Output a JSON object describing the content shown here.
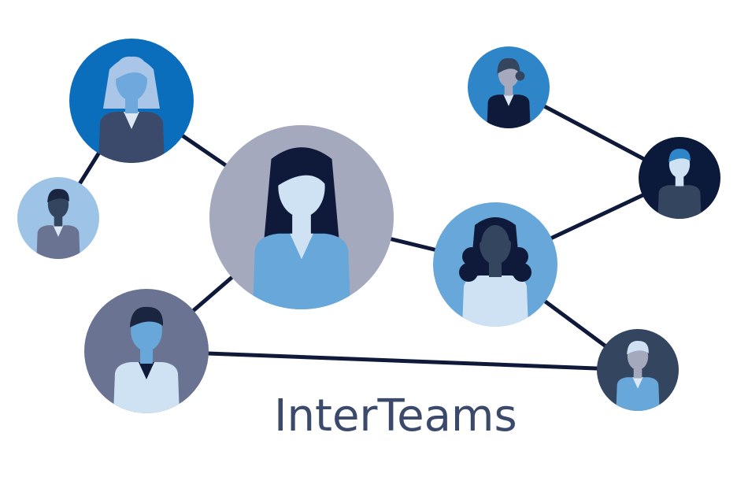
{
  "title": "InterTeams",
  "colors": {
    "line": "#0f1a3a",
    "title": "#3b4a6b"
  },
  "people": [
    {
      "id": "woman-top-left",
      "bg": "#0a6ebd",
      "hair": "#a9c6e8",
      "skin": "#6fa8dc",
      "suit": "#3b4a6b",
      "shirt": "#dce9f5",
      "kind": "woman-short"
    },
    {
      "id": "man-left",
      "bg": "#9dc3e6",
      "hair": "#1a2540",
      "skin": "#34455f",
      "suit": "#6a7392",
      "shirt": "#dce9f5",
      "kind": "man"
    },
    {
      "id": "woman-center",
      "bg": "#a5a9bd",
      "hair": "#0f1a3a",
      "skin": "#cfe2f3",
      "suit": "#67a7d9",
      "shirt": "#cfe2f3",
      "kind": "woman-long"
    },
    {
      "id": "man-bottom-left",
      "bg": "#6a7392",
      "hair": "#1a2540",
      "skin": "#67a7d9",
      "suit": "#cfe2f3",
      "shirt": "#0f1a3a",
      "kind": "man"
    },
    {
      "id": "woman-top-right",
      "bg": "#2e86c8",
      "hair": "#34455f",
      "skin": "#a5a9bd",
      "suit": "#0f1a3a",
      "shirt": "#dce9f5",
      "kind": "woman-bun"
    },
    {
      "id": "man-right",
      "bg": "#0b1a3a",
      "hair": "#2e86c8",
      "skin": "#cfe2f3",
      "suit": "#34455f",
      "shirt": "#34455f",
      "kind": "man"
    },
    {
      "id": "woman-mid-right",
      "bg": "#67a7d9",
      "hair": "#0f1a3a",
      "skin": "#34455f",
      "suit": "#cfe2f3",
      "shirt": "#cfe2f3",
      "kind": "woman-curly"
    },
    {
      "id": "man-bottom-right",
      "bg": "#34455f",
      "hair": "#cfe2f3",
      "skin": "#a5a9bd",
      "suit": "#67a7d9",
      "shirt": "#dce9f5",
      "kind": "man"
    }
  ],
  "links": [
    [
      0,
      1
    ],
    [
      0,
      2
    ],
    [
      2,
      3
    ],
    [
      2,
      6
    ],
    [
      3,
      7
    ],
    [
      4,
      5
    ],
    [
      5,
      6
    ],
    [
      6,
      7
    ]
  ]
}
